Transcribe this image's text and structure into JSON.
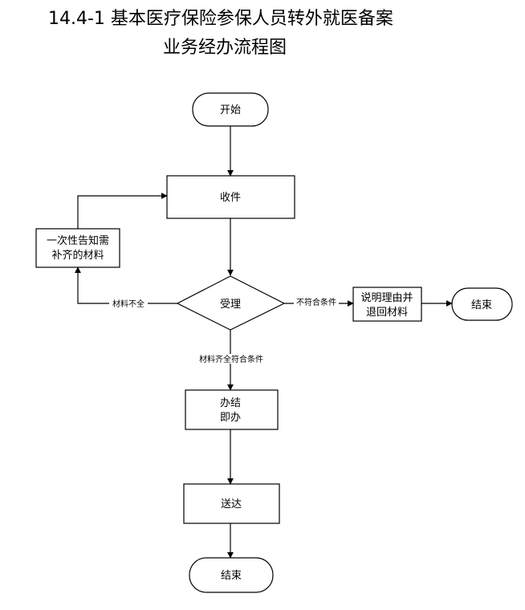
{
  "title": {
    "line1": "14.4-1 基本医疗保险参保人员转外就医备案",
    "line2": "业务经办流程图"
  },
  "nodes": {
    "start": "开始",
    "receive": "收件",
    "accept": "受理",
    "notify_line1": "一次性告知需",
    "notify_line2": "补齐的材料",
    "explain_line1": "说明理由并",
    "explain_line2": "退回材料",
    "end_right": "结束",
    "handle_line1": "办结",
    "handle_line2": "即办",
    "deliver": "送达",
    "end_bottom": "结束"
  },
  "edges": {
    "incomplete": "材料不全",
    "not_qualified": "不符合条件",
    "complete_qualified": "材料齐全符合条件"
  }
}
